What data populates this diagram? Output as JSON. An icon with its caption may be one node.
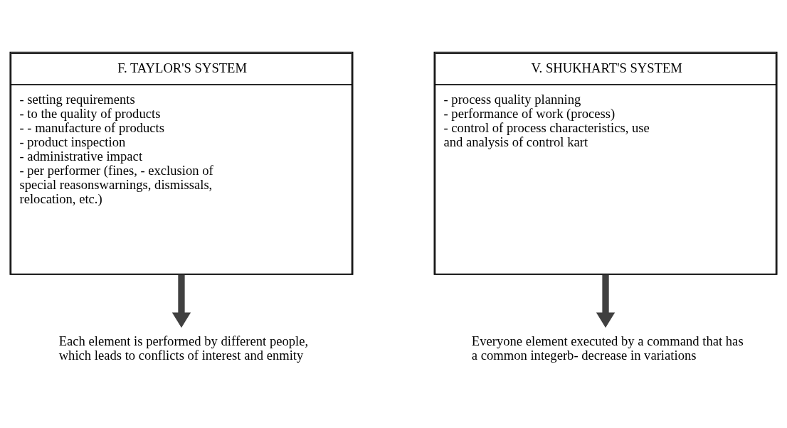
{
  "diagram": {
    "nodes": [
      {
        "text": [
          "F. TAYLOR'S SYSTEM",
          "- setting requirements",
          "- to the quality of products",
          "- - manufacture of products",
          "- product inspection",
          "- administrative impact",
          "- per performer (fines, - exclusion of special reasonswarnings, dismissals, relocation, etc.)"
        ]
      },
      {
        "text": [
          "V. SHUKHART'S SYSTEM",
          "- process quality planning",
          "- performance of work (process)",
          "- control of process characteristics, use and analysis of control kart"
        ]
      },
      {
        "text": [
          "Each element is performed by different people, which leads to conflicts of interest and enmity"
        ]
      },
      {
        "text": [
          "Everyone element executed by a command that has a common integerb- decrease in variations"
        ]
      }
    ],
    "edges": [
      {
        "from": 0,
        "to": 2,
        "arrow": "to"
      },
      {
        "from": 1,
        "to": 3,
        "arrow": "to"
      }
    ]
  }
}
